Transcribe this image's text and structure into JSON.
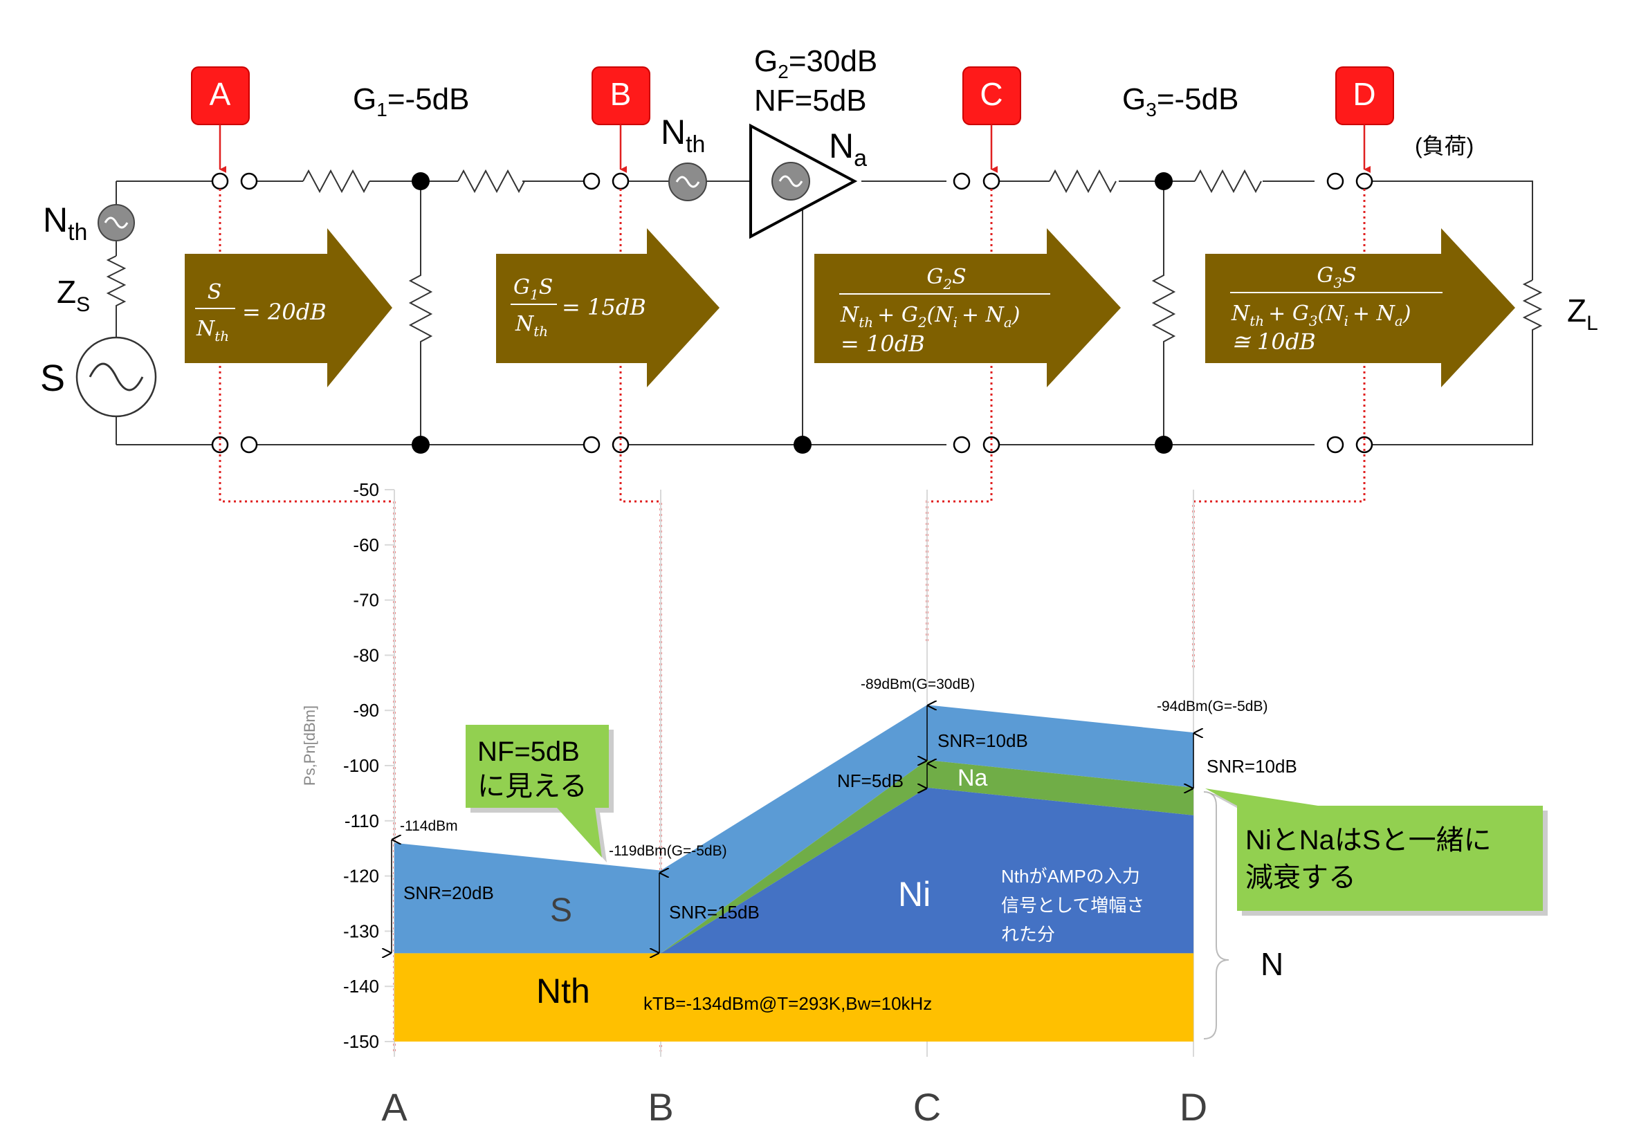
{
  "markers": [
    {
      "id": "A",
      "label": "A"
    },
    {
      "id": "B",
      "label": "B"
    },
    {
      "id": "C",
      "label": "C"
    },
    {
      "id": "D",
      "label": "D"
    }
  ],
  "circuit": {
    "g1": {
      "base": "G",
      "sub": "1",
      "rest": "=-5dB"
    },
    "g2": {
      "base": "G",
      "sub": "2",
      "rest": "=30dB"
    },
    "nf": "NF=5dB",
    "g3": {
      "base": "G",
      "sub": "3",
      "rest": "=-5dB"
    },
    "nth_source": {
      "base": "N",
      "sub": "th"
    },
    "nth_amp": {
      "base": "N",
      "sub": "th"
    },
    "na": {
      "base": "N",
      "sub": "a"
    },
    "zs": {
      "base": "Z",
      "sub": "S"
    },
    "s": "S",
    "zl": {
      "base": "Z",
      "sub": "L"
    },
    "load": "(負荷)",
    "sine_symbol": "~"
  },
  "snr_arrows": {
    "a": {
      "num": "S",
      "den": "N",
      "den_sub": "th",
      "rhs": "= 20dB"
    },
    "b": {
      "num": "G",
      "num_sub": "1",
      "num_rest": "S",
      "den": "N",
      "den_sub": "th",
      "rhs": "= 15dB"
    },
    "c": {
      "num": "G",
      "num_sub": "2",
      "num_rest": "S",
      "den_left": "N",
      "den_left_sub": "th",
      "den_mid": "+ G",
      "den_mid_sub": "2",
      "den_paren": "(N",
      "den_ni_sub": "i",
      "den_plus": "+ N",
      "den_na_sub": "a",
      "den_close": ")",
      "rhs": "= 10dB"
    },
    "d": {
      "num": "G",
      "num_sub": "3",
      "num_rest": "S",
      "den_left": "N",
      "den_left_sub": "th",
      "den_mid": "+ G",
      "den_mid_sub": "3",
      "den_paren": "(N",
      "den_ni_sub": "i",
      "den_plus": "+ N",
      "den_na_sub": "a",
      "den_close": ")",
      "rhs": "≅ 10dB"
    }
  },
  "chart_data": {
    "type": "area",
    "ylabel": "Ps,Pn[dBm]",
    "ylim": [
      -150,
      -50
    ],
    "yticks": [
      -50,
      -60,
      -70,
      -80,
      -90,
      -100,
      -110,
      -120,
      -130,
      -140,
      -150
    ],
    "categories": [
      "A",
      "B",
      "C",
      "D"
    ],
    "grid": true,
    "series": [
      {
        "name": "Nth",
        "values": [
          -134,
          -134,
          -134,
          -134
        ],
        "color": "#ffc000"
      },
      {
        "name": "Ni",
        "values": [
          -134,
          -134,
          -104,
          -109
        ],
        "color": "#4472c4"
      },
      {
        "name": "Na",
        "values": [
          -134,
          -134,
          -99,
          -104
        ],
        "color": "#70ad47"
      },
      {
        "name": "S",
        "values": [
          -114,
          -119,
          -89,
          -94
        ],
        "color": "#5b9bd5"
      }
    ],
    "point_labels": [
      {
        "text": "-114dBm"
      },
      {
        "text": "-119dBm(G=-5dB)"
      },
      {
        "text": "-89dBm(G=30dB)"
      },
      {
        "text": "-94dBm(G=-5dB)"
      }
    ],
    "snr_labels": [
      "SNR=20dB",
      "SNR=15dB",
      "SNR=10dB",
      "SNR=10dB"
    ],
    "nf_label": "NF=5dB",
    "region_labels": {
      "s": "S",
      "ni": "Ni",
      "na": "Na",
      "nth": "Nth",
      "ktb": "kTB=-134dBm@T=293K,Bw=10kHz",
      "ni_note": [
        "NthがAMPの入力",
        "信号として増幅さ",
        "れた分"
      ],
      "n_brace": "N"
    },
    "callouts": {
      "nf_seen": [
        "NF=5dB",
        "に見える"
      ],
      "attenuate": [
        "NiとNaはSと一緒に",
        "減衰する"
      ]
    }
  }
}
